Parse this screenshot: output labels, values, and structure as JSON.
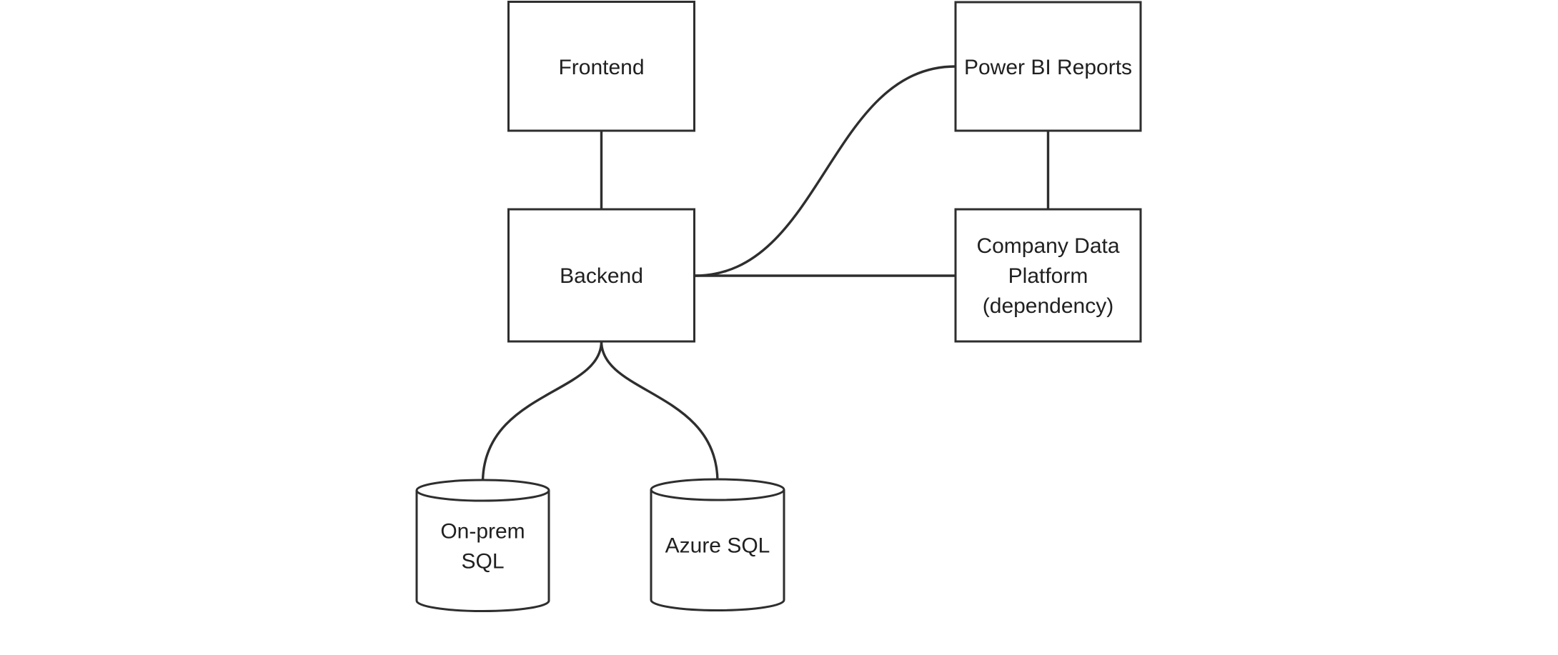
{
  "diagram": {
    "type": "architecture-diagram",
    "colors": {
      "background": "#ffffff",
      "stroke": "#2e2e2e",
      "node_fill": "#ffffff",
      "text": "#202020"
    },
    "nodes": {
      "frontend": {
        "shape": "rectangle",
        "label": "Frontend"
      },
      "power_bi": {
        "shape": "rectangle",
        "label": "Power BI Reports"
      },
      "backend": {
        "shape": "rectangle",
        "label": "Backend"
      },
      "company_data_platform": {
        "shape": "rectangle",
        "lines": [
          "Company Data",
          "Platform",
          "(dependency)"
        ]
      },
      "on_prem_sql": {
        "shape": "database-cylinder",
        "lines": [
          "On-prem",
          "SQL"
        ]
      },
      "azure_sql": {
        "shape": "database-cylinder",
        "label": "Azure SQL"
      }
    },
    "edges": [
      {
        "from": "Frontend",
        "to": "Backend",
        "style": "straight-vertical"
      },
      {
        "from": "Power BI Reports",
        "to": "Company Data Platform (dependency)",
        "style": "straight-vertical"
      },
      {
        "from": "Backend",
        "to": "Company Data Platform (dependency)",
        "style": "straight-horizontal"
      },
      {
        "from": "Backend",
        "to": "Power BI Reports",
        "style": "s-curve"
      },
      {
        "from": "Backend",
        "to": "On-prem SQL",
        "style": "fork-curve"
      },
      {
        "from": "Backend",
        "to": "Azure SQL",
        "style": "fork-curve"
      }
    ]
  }
}
